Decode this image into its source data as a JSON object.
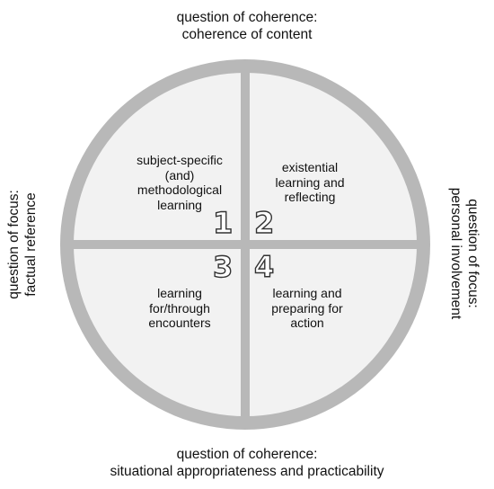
{
  "diagram": {
    "top_label": "question of coherence:\ncoherence of content",
    "bottom_label": "question of coherence:\nsituational appropriateness and practicability",
    "left_label": "question of focus:\nfactual reference",
    "right_label": "question of focus:\npersonal involvement",
    "quadrants": [
      {
        "number": "1",
        "text": "subject-specific\n(and)\nmethodological\nlearning"
      },
      {
        "number": "2",
        "text": "existential\nlearning and\nreflecting"
      },
      {
        "number": "3",
        "text": "learning\nfor/through\nencounters"
      },
      {
        "number": "4",
        "text": "learning and\npreparing for\naction"
      }
    ],
    "colors": {
      "ring": "#b8b8b8",
      "fill": "#f2f2f2",
      "text": "#111111"
    }
  }
}
